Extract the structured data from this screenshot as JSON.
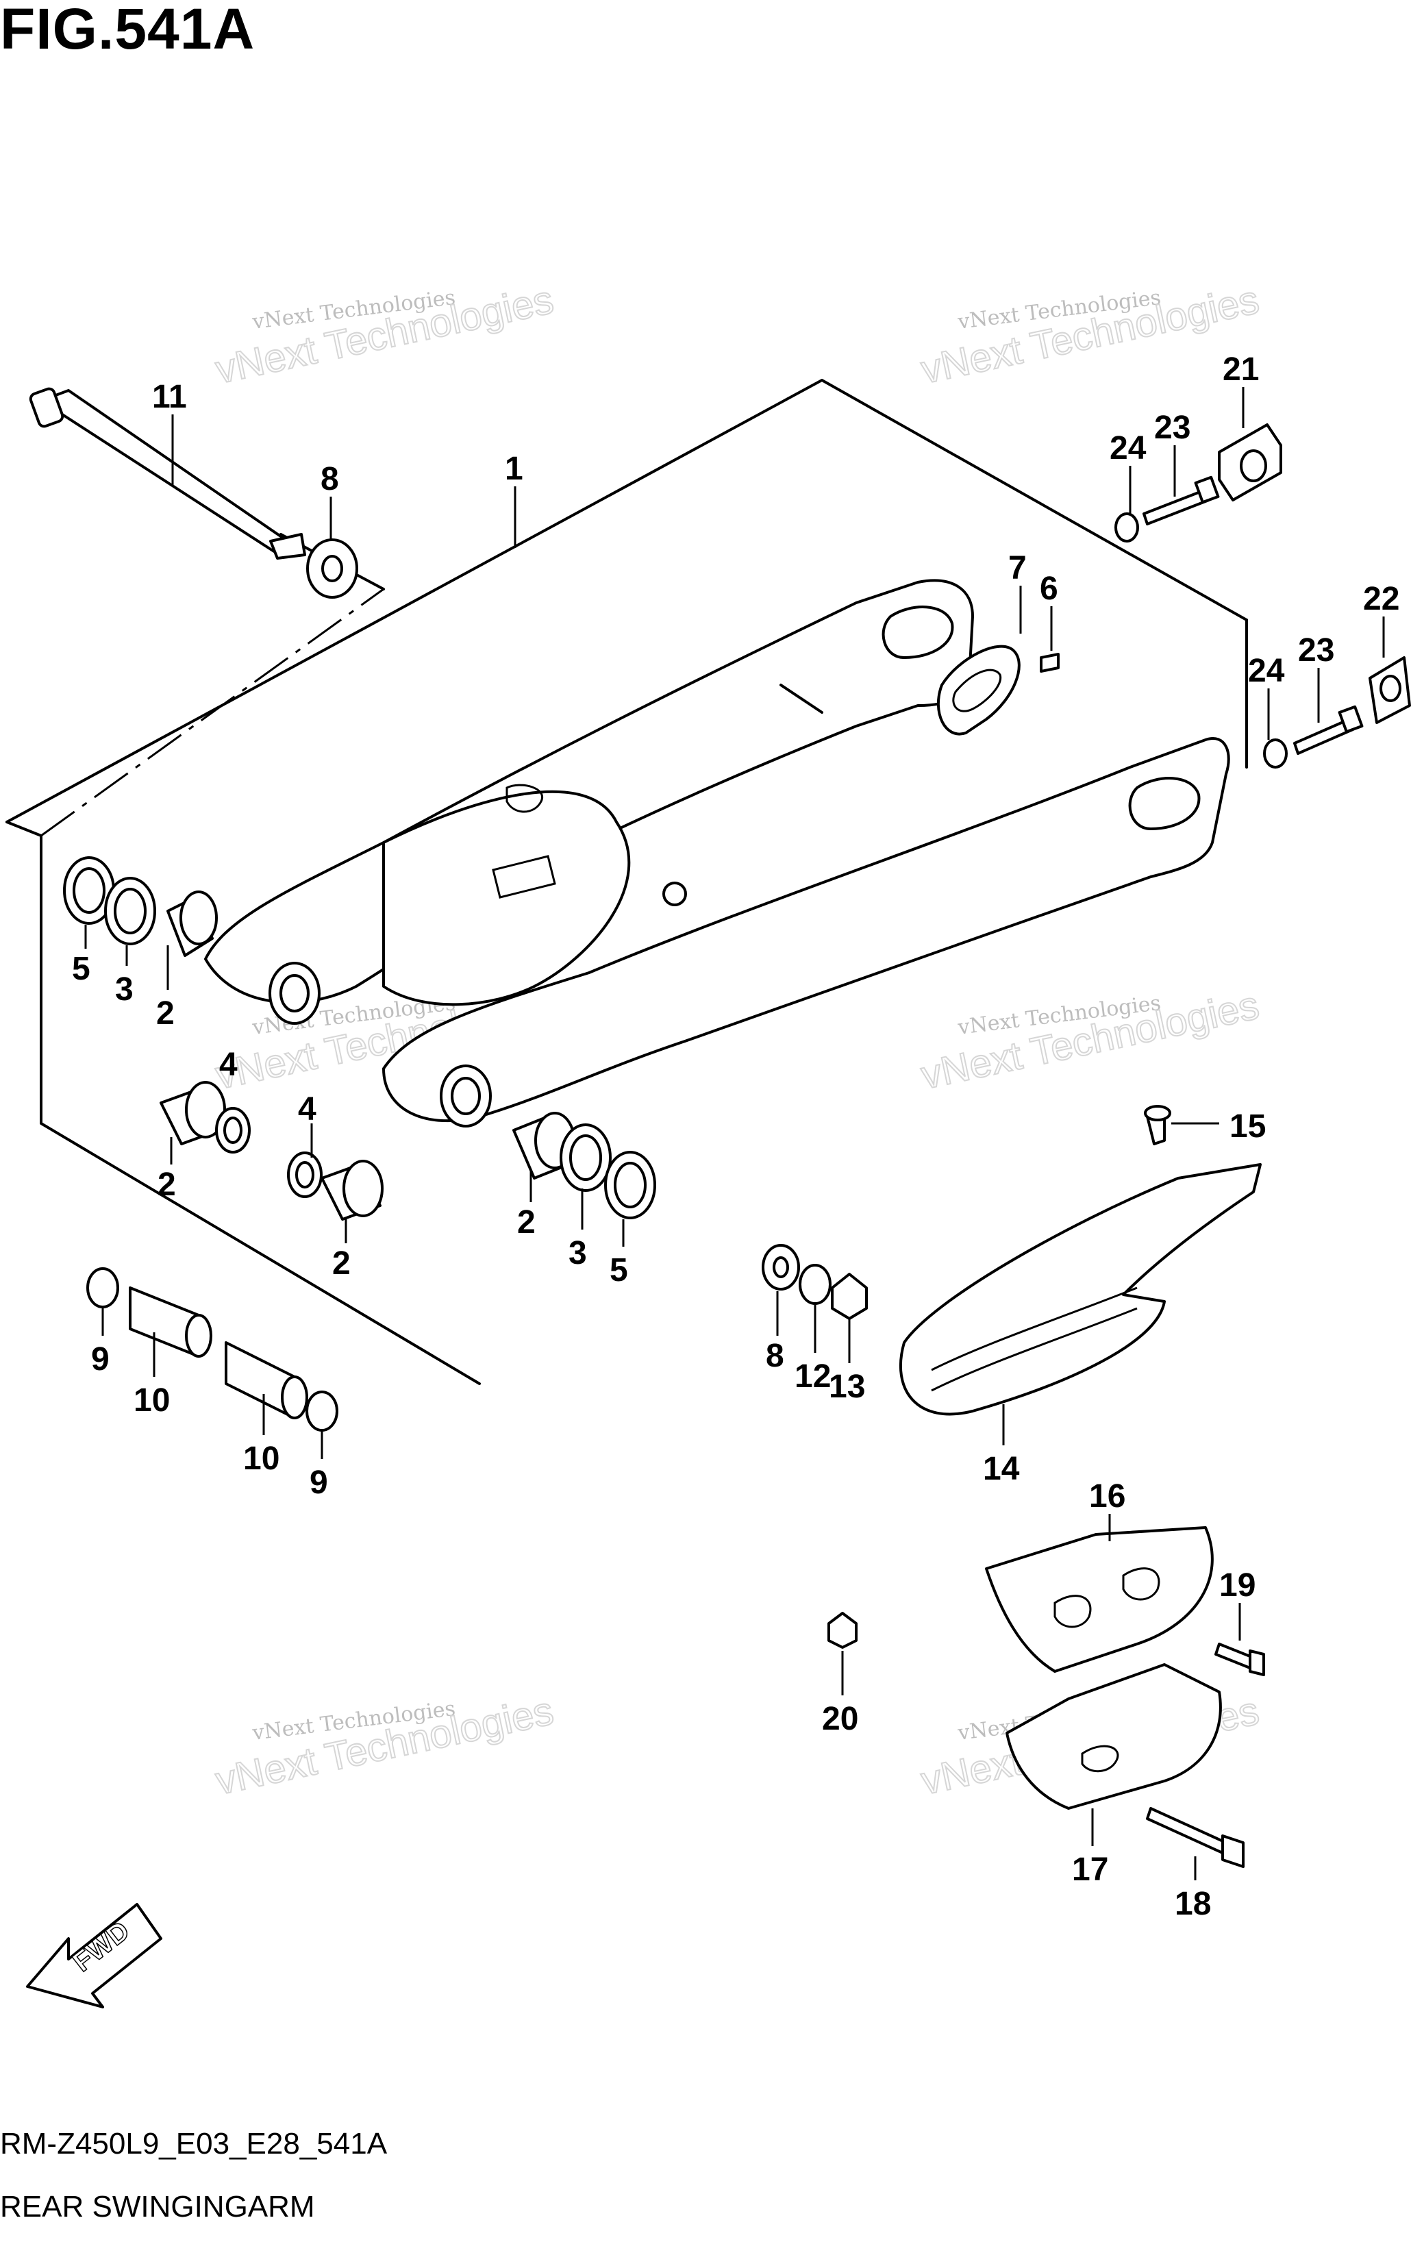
{
  "figure_title": "FIG.541A",
  "figure_code": "RM-Z450L9_E03_E28_541A",
  "figure_caption": "REAR SWINGINGARM",
  "fwd_label": "FWD",
  "watermark_small": "vNext Technologies",
  "watermark_large": "vNext Technologies",
  "callouts": [
    {
      "id": "c11",
      "text": "11"
    },
    {
      "id": "c8a",
      "text": "8"
    },
    {
      "id": "c1",
      "text": "1"
    },
    {
      "id": "c5a",
      "text": "5"
    },
    {
      "id": "c3a",
      "text": "3"
    },
    {
      "id": "c2a",
      "text": "2"
    },
    {
      "id": "c4a",
      "text": "4"
    },
    {
      "id": "c2b",
      "text": "2"
    },
    {
      "id": "c4b",
      "text": "4"
    },
    {
      "id": "c2c",
      "text": "2"
    },
    {
      "id": "c2d",
      "text": "2"
    },
    {
      "id": "c3b",
      "text": "3"
    },
    {
      "id": "c5b",
      "text": "5"
    },
    {
      "id": "c9a",
      "text": "9"
    },
    {
      "id": "c10a",
      "text": "10"
    },
    {
      "id": "c10b",
      "text": "10"
    },
    {
      "id": "c9b",
      "text": "9"
    },
    {
      "id": "c8b",
      "text": "8"
    },
    {
      "id": "c12",
      "text": "12"
    },
    {
      "id": "c13",
      "text": "13"
    },
    {
      "id": "c7",
      "text": "7"
    },
    {
      "id": "c6",
      "text": "6"
    },
    {
      "id": "c21",
      "text": "21"
    },
    {
      "id": "c23a",
      "text": "23"
    },
    {
      "id": "c24a",
      "text": "24"
    },
    {
      "id": "c22",
      "text": "22"
    },
    {
      "id": "c23b",
      "text": "23"
    },
    {
      "id": "c24b",
      "text": "24"
    },
    {
      "id": "c15",
      "text": "15"
    },
    {
      "id": "c14",
      "text": "14"
    },
    {
      "id": "c16",
      "text": "16"
    },
    {
      "id": "c19",
      "text": "19"
    },
    {
      "id": "c20",
      "text": "20"
    },
    {
      "id": "c17",
      "text": "17"
    },
    {
      "id": "c18",
      "text": "18"
    }
  ]
}
